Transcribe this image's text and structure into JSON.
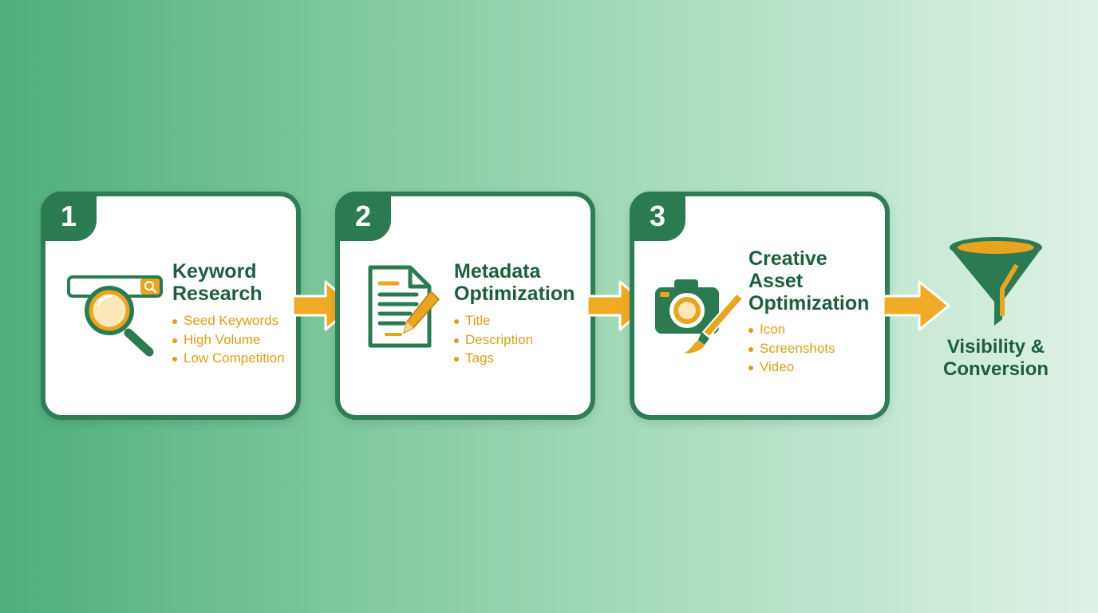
{
  "steps": [
    {
      "number": "1",
      "icon": "magnifier-search-icon",
      "title_lines": [
        "Keyword",
        "Research"
      ],
      "bullets": [
        "Seed Keywords",
        "High Volume",
        "Low Competition"
      ]
    },
    {
      "number": "2",
      "icon": "document-pencil-icon",
      "title_lines": [
        "Metadata",
        "Optimization"
      ],
      "bullets": [
        "Title",
        "Description",
        "Tags"
      ]
    },
    {
      "number": "3",
      "icon": "camera-paintbrush-icon",
      "title_lines": [
        "Creative",
        "Asset",
        "Optimization"
      ],
      "bullets": [
        "Icon",
        "Screenshots",
        "Video"
      ]
    }
  ],
  "outcome": {
    "icon": "funnel-icon",
    "label_lines": [
      "Visibility &",
      "Conversion"
    ]
  },
  "colors": {
    "card_border": "#2f7d57",
    "dark_green": "#1e5e3c",
    "accent_gold": "#d9a11d",
    "arrow": "#efab26"
  }
}
